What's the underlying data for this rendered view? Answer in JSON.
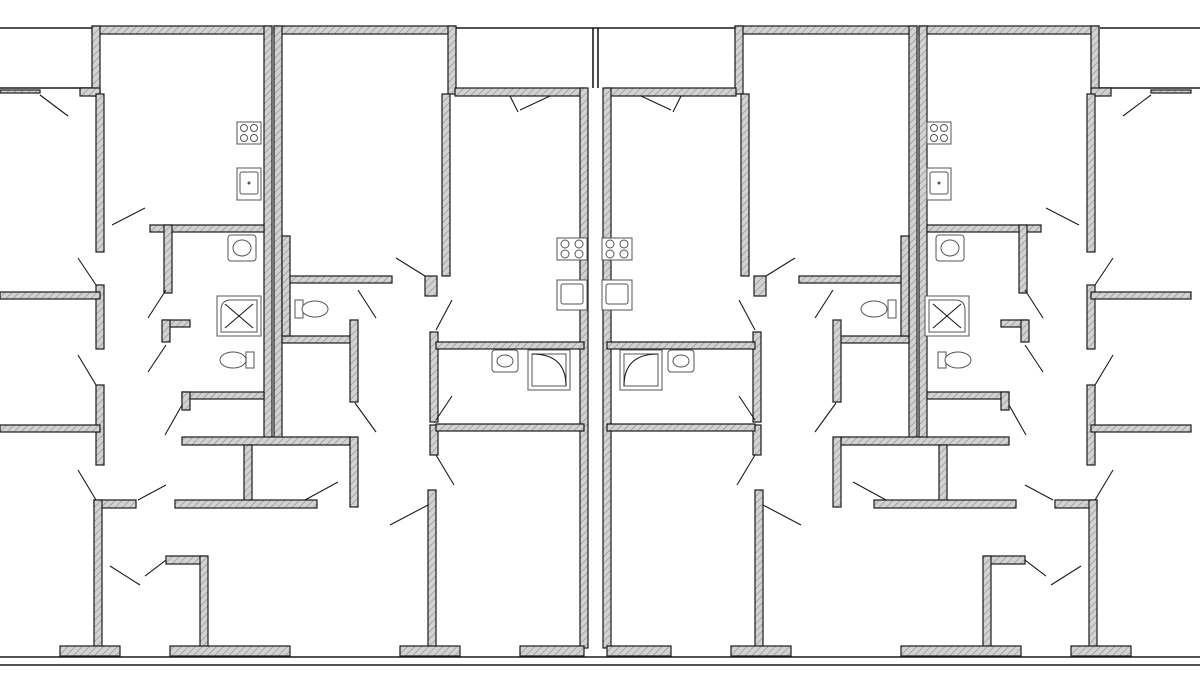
{
  "diagram": {
    "kind": "architectural-floor-plan",
    "wall_fill_color": "#cfcfcf",
    "wall_hatch_color": "#8a8a8a",
    "wall_outline_color": "#1a1a1a",
    "fixture_color": "#555555",
    "background": "#ffffff",
    "units": [
      {
        "id": "unit-left-outer",
        "fixtures": [
          "stove-icon",
          "sink-icon",
          "washbasin-icon",
          "shower-icon",
          "toilet-icon",
          "toilet-icon"
        ]
      },
      {
        "id": "unit-center-left",
        "fixtures": [
          "stove-icon",
          "sink-icon",
          "washbasin-icon",
          "shower-icon"
        ]
      },
      {
        "id": "unit-center-right",
        "fixtures": [
          "stove-icon",
          "sink-icon",
          "washbasin-icon",
          "shower-icon"
        ]
      },
      {
        "id": "unit-right-outer",
        "fixtures": [
          "stove-icon",
          "sink-icon",
          "washbasin-icon",
          "shower-icon",
          "toilet-icon",
          "toilet-icon"
        ]
      }
    ],
    "annotations": []
  }
}
